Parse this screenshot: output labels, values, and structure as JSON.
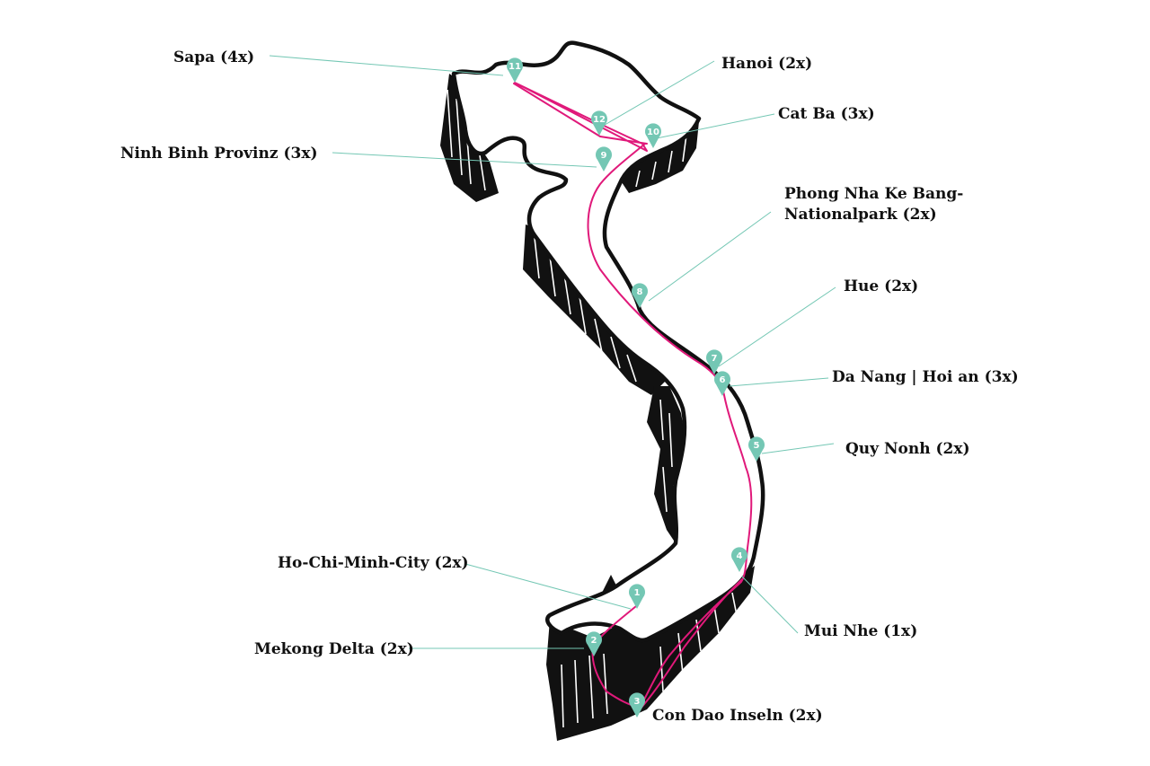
{
  "map": {
    "colors": {
      "route": "#e0197a",
      "pin": "#74c7b4",
      "outline": "#111111",
      "background": "#ffffff"
    },
    "stops": [
      {
        "num": "1",
        "label": "Ho-Chi-Minh-City (2x)"
      },
      {
        "num": "2",
        "label": "Mekong Delta (2x)"
      },
      {
        "num": "3",
        "label": "Con Dao Inseln (2x)"
      },
      {
        "num": "4",
        "label": "Mui Nhe (1x)"
      },
      {
        "num": "5",
        "label": "Quy Nonh (2x)"
      },
      {
        "num": "6",
        "label": "Da Nang | Hoi an (3x)"
      },
      {
        "num": "7",
        "label": "Hue (2x)"
      },
      {
        "num": "8",
        "label": [
          "Phong Nha Ke Bang-",
          "Nationalpark (2x)"
        ]
      },
      {
        "num": "9",
        "label": "Ninh Binh Provinz (3x)"
      },
      {
        "num": "10",
        "label": "Cat Ba (3x)"
      },
      {
        "num": "11",
        "label": "Sapa (4x)"
      },
      {
        "num": "12",
        "label": "Hanoi (2x)"
      }
    ]
  }
}
